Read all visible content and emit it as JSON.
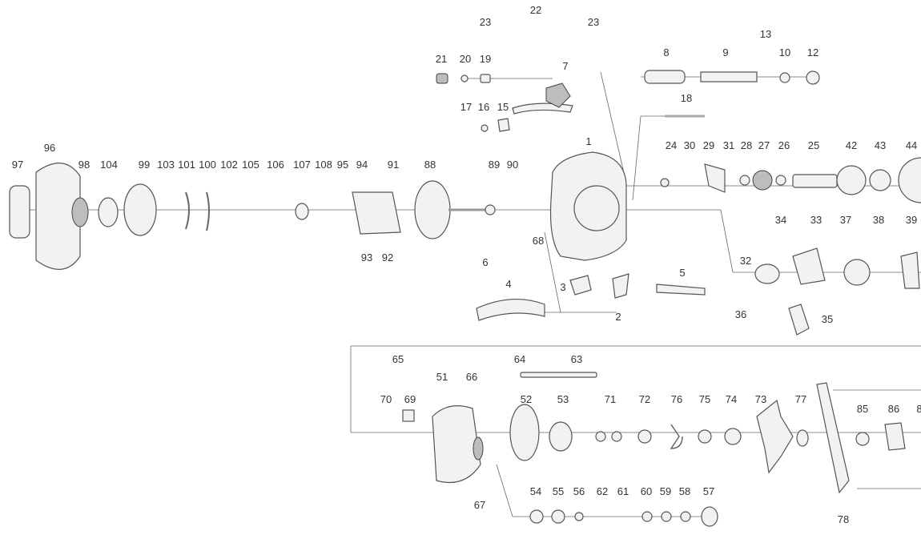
{
  "diagram": {
    "type": "exploded parts diagram",
    "part_labels": [
      "23",
      "22",
      "23",
      "21",
      "20",
      "19",
      "7",
      "8",
      "9",
      "13",
      "10",
      "12",
      "18",
      "17",
      "16",
      "15",
      "1",
      "24",
      "30",
      "29",
      "31",
      "28",
      "27",
      "26",
      "25",
      "42",
      "43",
      "44",
      "97",
      "96",
      "98",
      "104",
      "99",
      "103",
      "101",
      "100",
      "102",
      "105",
      "106",
      "107",
      "108",
      "95",
      "94",
      "91",
      "88",
      "89",
      "90",
      "93",
      "92",
      "68",
      "34",
      "33",
      "37",
      "38",
      "39",
      "32",
      "36",
      "35",
      "6",
      "4",
      "5",
      "3",
      "2",
      "65",
      "64",
      "63",
      "51",
      "66",
      "70",
      "69",
      "52",
      "53",
      "71",
      "72",
      "76",
      "75",
      "74",
      "73",
      "77",
      "85",
      "86",
      "8",
      "67",
      "54",
      "55",
      "56",
      "62",
      "61",
      "60",
      "59",
      "58",
      "57",
      "78"
    ]
  }
}
